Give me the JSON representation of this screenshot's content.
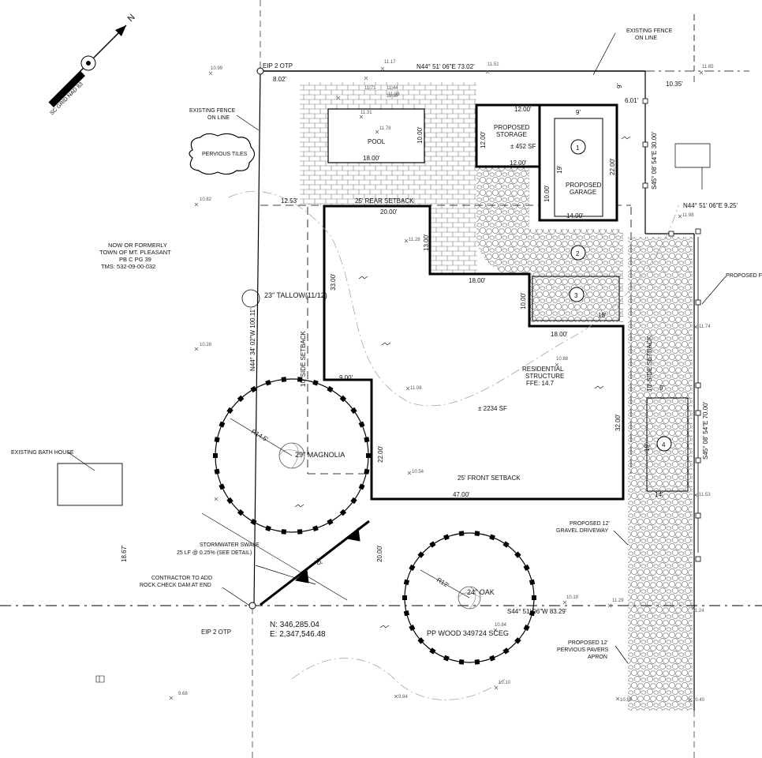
{
  "north_arrow": {
    "label": "N",
    "grid": "SC GRID NAD 83"
  },
  "markers": {
    "eip_top": "EIP 2 OTP",
    "eip_bottom": "EIP 2 OTP",
    "coord_n": "N: 346,285.04",
    "coord_e": "E: 2,347,546.48"
  },
  "bearings": {
    "top_line": "N44° 51' 06\"E   73.02'",
    "left_line": "N44° 34' 02\"W   100.11'",
    "right_upper": "S45° 08' 54\"E   30.00'",
    "right_jog": "N44° 51' 06\"E   9.25'",
    "right_lower": "S45° 08' 54\"E   70.00'",
    "bottom_line": "S44° 51' 06\"W   83.29'"
  },
  "notes": {
    "fence_top": [
      "EXISTING FENCE",
      "ON LINE"
    ],
    "fence_left": [
      "EXISTING FENCE",
      "ON LINE"
    ],
    "pervious_tiles": "PERVIOUS TILES",
    "owner": [
      "NOW OR FORMERLY",
      "TOWN OF MT. PLEASANT",
      "PB C PG 39",
      "TMS: 532-09-00-032"
    ],
    "bath_house": "EXISTING BATH HOUSE",
    "swale": [
      "STORMWATER SWALE",
      "25 LF @ 0.25% (SEE DETAIL)"
    ],
    "check_dam": [
      "CONTRACTOR TO ADD",
      "ROCK CHECK DAM AT END"
    ],
    "proposed_f": "PROPOSED F",
    "gravel_drive": [
      "PROPOSED 12'",
      "GRAVEL DRIVEWAY"
    ],
    "pavers_apron": [
      "PROPOSED 12'",
      "PERVIOUS PAVERS",
      "APRON"
    ]
  },
  "structures": {
    "pool": "POOL",
    "storage": [
      "PROPOSED",
      "STORAGE"
    ],
    "storage_area": "± 452 SF",
    "garage": [
      "PROPOSED",
      "GARAGE"
    ],
    "residence": [
      "RESIDENTIAL",
      "STRUCTURE",
      "FFE: 14.7"
    ],
    "residence_area": "± 2234 SF"
  },
  "setbacks": {
    "rear": "25' REAR SETBACK",
    "front": "25' FRONT SETBACK",
    "side_left": "10' SIDE SETBACK",
    "side_right": "10' SIDE SETBACK"
  },
  "trees": {
    "tallow": "23\" TALLOW(11/12)",
    "magnolia": "29\" MAGNOLIA",
    "magnolia_radius": "R14.5'",
    "oak": "24\" OAK",
    "oak_radius": "R12'",
    "utility_pole": "PP WOOD 349724 SCEG"
  },
  "parking_spaces": [
    "1",
    "2",
    "3",
    "4"
  ],
  "dimensions": {
    "d_802": "8.02'",
    "d_1035": "10.35'",
    "d_601": "6.01'",
    "d_1253": "12.53'",
    "d_1200a": "12.00'",
    "d_1200b": "12.00'",
    "d_1200c": "12.00'",
    "d_1000pool": "10.00'",
    "d_1800pool": "18.00'",
    "d_9": "9'",
    "d_2200g": "22.00'",
    "d_19": "19'",
    "d_1000s": "10.00'",
    "d_1400": "14.00'",
    "d_2000": "20.00'",
    "d_1300": "13.00'",
    "d_3300": "33.00'",
    "d_1800a": "18.00'",
    "d_1000b": "10.00'",
    "d_18": "18'",
    "d_1800b": "18.00'",
    "d_900": "9.00'",
    "d_3200": "32.00'",
    "d_2200b": "22.00'",
    "d_4700": "47.00'",
    "d_2000b": "20.00'",
    "d_1867": "18.67'",
    "d_14": "14'",
    "d_19b": "19'",
    "d_9b": "9'",
    "d_9c": "9'",
    "d_10": "10'"
  },
  "elevations": [
    "10.99",
    "11.17",
    "11.51",
    "11.65",
    "11.71",
    "11.44",
    "11.38",
    "11.31",
    "11.78",
    "10.82",
    "11.28",
    "11.98",
    "10.28",
    "11.74",
    "10.88",
    "11.08",
    "10.54",
    "11.53",
    "10.19",
    "11.29",
    "11.24",
    "10.84",
    "10.10",
    "9.68",
    "9.84",
    "10.85",
    "10.40",
    "11.33"
  ]
}
